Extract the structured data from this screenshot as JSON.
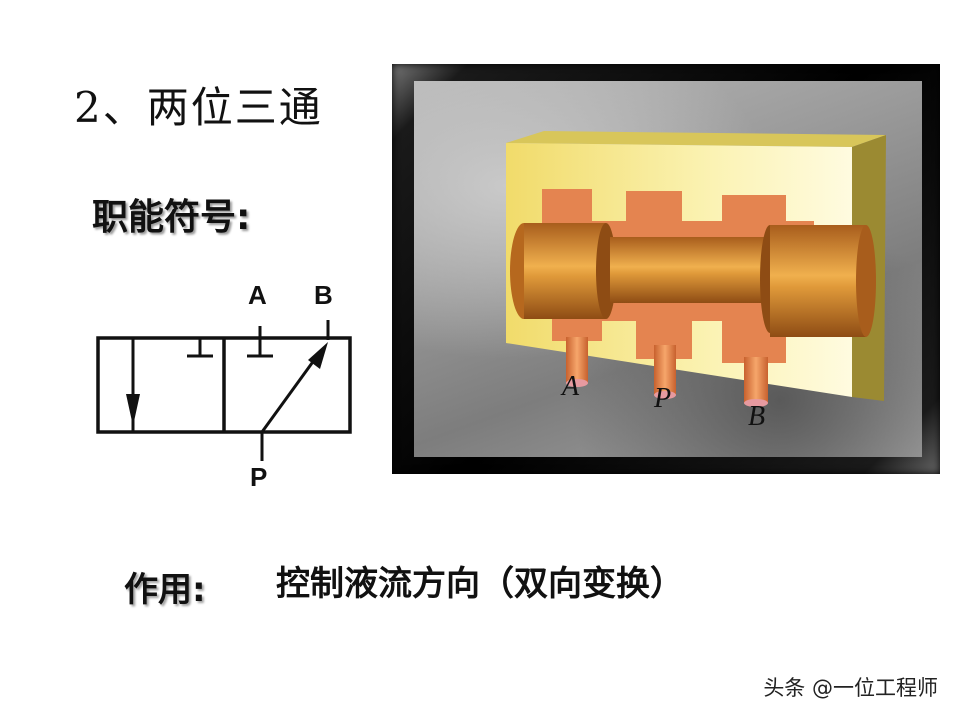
{
  "slide": {
    "title": "2、两位三通",
    "subtitle": "职能符号:",
    "function_label": "作用:",
    "function_value": "控制液流方向（双向变换）"
  },
  "symbol": {
    "ports": {
      "A": "A",
      "B": "B",
      "P": "P"
    }
  },
  "illustration": {
    "ports": {
      "A": "A",
      "P": "P",
      "B": "B"
    },
    "colors": {
      "body": "#f5e98a",
      "body_dark": "#8f7d2e",
      "spool": "#c87a2c",
      "chamber": "#e2834a",
      "background": "#9a9a9a",
      "frame": "#000000"
    }
  },
  "watermark": "头条 @一位工程师"
}
